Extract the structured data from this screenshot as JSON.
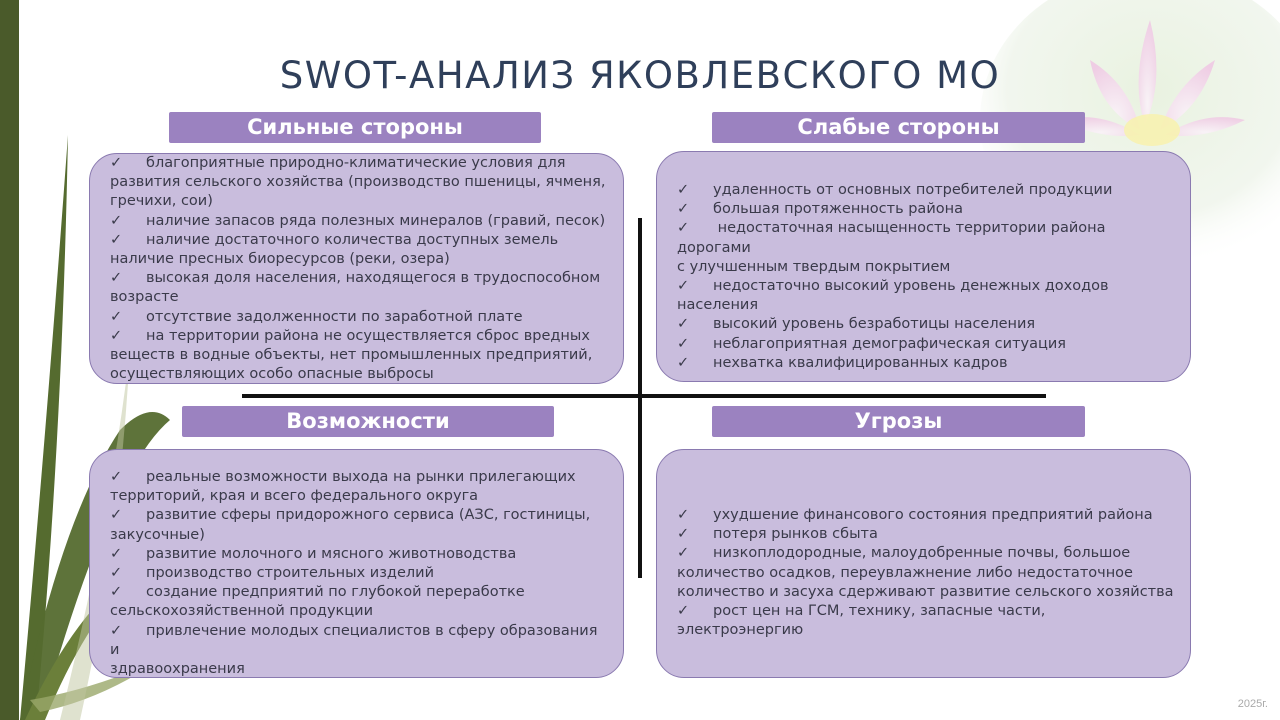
{
  "title": "SWOT-АНАЛИЗ ЯКОВЛЕВСКОГО МО",
  "check_glyph": "✓",
  "year": "2025г.",
  "colors": {
    "header_bg": "#9b82c0",
    "box_bg": "#c9bddd",
    "title_color": "#2f3f5a"
  },
  "strengths": {
    "header": "Сильные стороны",
    "items": [
      {
        "first": "благоприятные природно-климатические условия для",
        "rest": [
          "развития сельского хозяйства (производство пшеницы, ячменя,",
          "гречихи, сои)"
        ]
      },
      {
        "first": "наличие запасов ряда полезных минералов (гравий, песок)",
        "rest": []
      },
      {
        "first": "наличие достаточного количества доступных земель",
        "rest": [
          "наличие пресных биоресурсов (реки, озера)"
        ]
      },
      {
        "first": "высокая доля населения,  находящегося в трудоспособном",
        "rest": [
          "возрасте"
        ]
      },
      {
        "first": "отсутствие задолженности по заработной плате",
        "rest": []
      },
      {
        "first": "на территории района не осуществляется сброс вредных",
        "rest": [
          "веществ в водные объекты, нет промышленных предприятий,",
          "осуществляющих особо опасные выбросы"
        ]
      }
    ]
  },
  "weaknesses": {
    "header": "Слабые стороны",
    "items": [
      {
        "first": "удаленность от основных потребителей продукции",
        "rest": []
      },
      {
        "first": "большая протяженность района",
        "rest": []
      },
      {
        "first": " недостаточная насыщенность территории района дорогами",
        "rest": [
          "с улучшенным твердым покрытием"
        ]
      },
      {
        "first": "недостаточно высокий уровень  денежных доходов",
        "rest": [
          "населения"
        ]
      },
      {
        "first": "высокий  уровень безработицы населения",
        "rest": []
      },
      {
        "first": "неблагоприятная демографическая  ситуация",
        "rest": []
      },
      {
        "first": "нехватка квалифицированных кадров",
        "rest": []
      }
    ]
  },
  "opportunities": {
    "header": "Возможности",
    "items": [
      {
        "first": "реальные возможности выхода на рынки прилегающих",
        "rest": [
          "территорий, края и всего федерального округа"
        ]
      },
      {
        "first": "развитие сферы придорожного сервиса (АЗС, гостиницы,",
        "rest": [
          "закусочные)"
        ]
      },
      {
        "first": "развитие молочного и мясного животноводства",
        "rest": []
      },
      {
        "first": "производство строительных изделий",
        "rest": []
      },
      {
        "first": "создание предприятий по глубокой переработке",
        "rest": [
          "сельскохозяйственной продукции"
        ]
      },
      {
        "first": "привлечение молодых специалистов в сферу образования и",
        "rest": [
          "здравоохранения"
        ]
      }
    ]
  },
  "threats": {
    "header": "Угрозы",
    "items": [
      {
        "first": "ухудшение финансового состояния предприятий района",
        "rest": []
      },
      {
        "first": "потеря рынков сбыта",
        "rest": []
      },
      {
        "first": "низкоплодородные, малоудобренные  почвы, большое",
        "rest": [
          "количество осадков, переувлажнение  либо недостаточное",
          "количество и засуха  сдерживают развитие сельского хозяйства"
        ]
      },
      {
        "first": "рост цен на ГСМ, технику, запасные части, электроэнергию",
        "rest": []
      }
    ]
  }
}
